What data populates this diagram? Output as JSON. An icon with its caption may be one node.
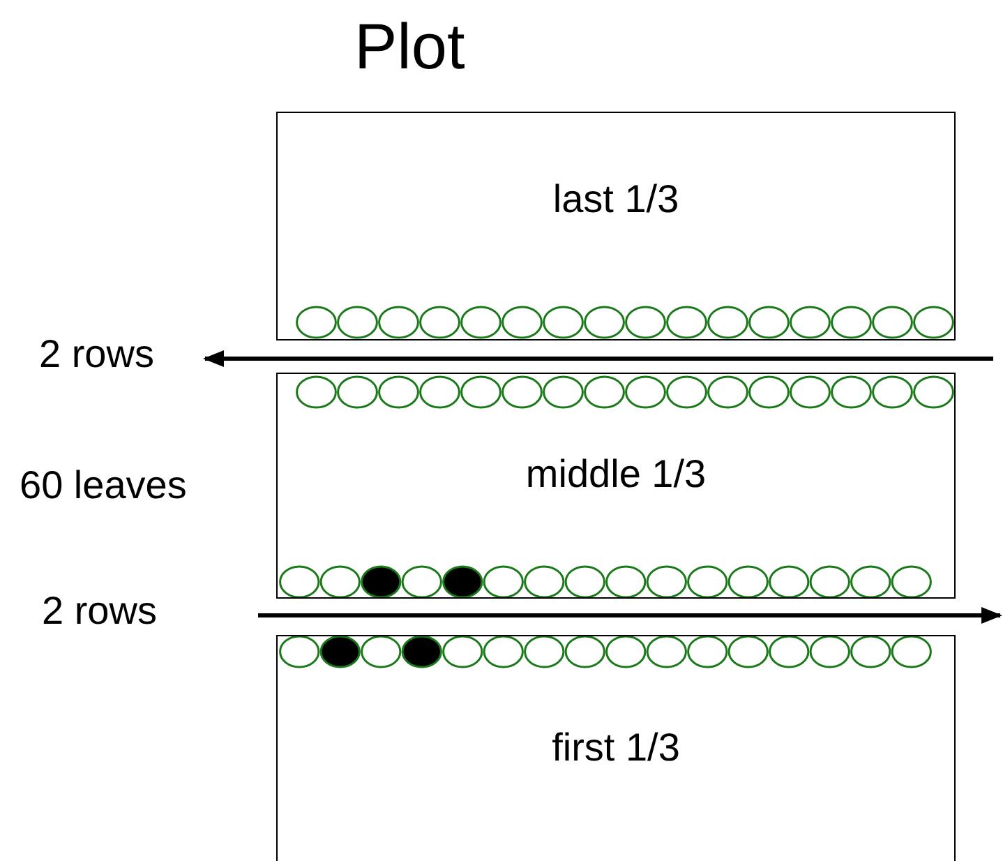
{
  "diagram": {
    "title": "Plot",
    "nodes": [
      {
        "text": [
          "last 1/3"
        ]
      },
      {
        "text": [
          "middle 1/3"
        ]
      },
      {
        "text": [
          "first 1/3"
        ]
      }
    ],
    "labels": [
      "2 rows",
      "60 leaves",
      "2 rows"
    ]
  }
}
